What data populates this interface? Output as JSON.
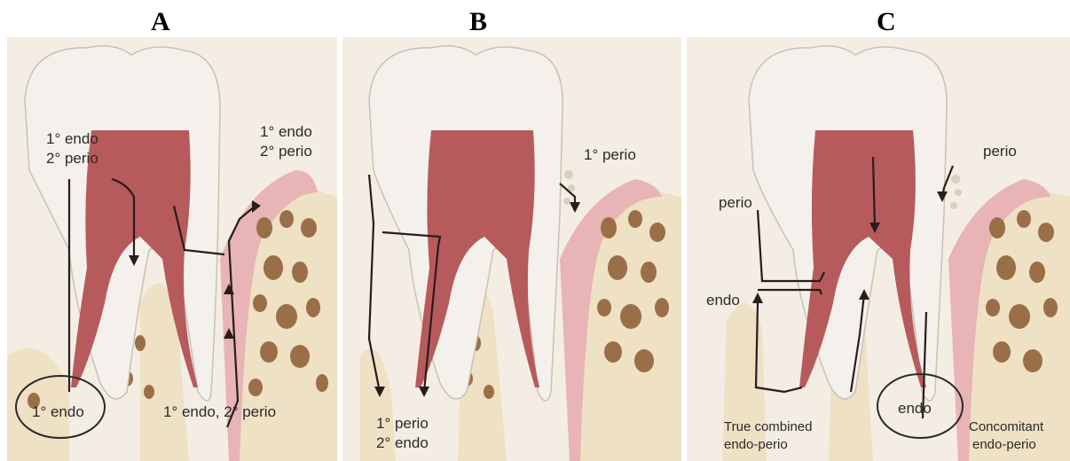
{
  "panels": [
    {
      "letter": "A",
      "labels": {
        "top_left_1": "1° endo",
        "top_left_2": "2° perio",
        "top_right_1": "1° endo",
        "top_right_2": "2° perio",
        "bottom_circled": "1° endo",
        "bottom_right": "1° endo, 2° perio"
      }
    },
    {
      "letter": "B",
      "labels": {
        "top_right": "1° perio",
        "bottom_1": "1° perio",
        "bottom_2": "2° endo"
      }
    },
    {
      "letter": "C",
      "labels": {
        "top_right": "perio",
        "left_perio": "perio",
        "left_endo": "endo",
        "bottom_left_1": "True combined",
        "bottom_left_2": "endo-perio",
        "bottom_circled": "endo",
        "bottom_right_1": "Concomitant",
        "bottom_right_2": "endo-perio"
      }
    }
  ],
  "colors": {
    "background": "#f3ede4",
    "enamel": "#f4f1ec",
    "pulp": "#b75a5c",
    "bone": "#efe1c4",
    "bone_pore": "#9a6f48",
    "gingiva": "#e8b4b6",
    "arrow": "#2a1c1c"
  }
}
